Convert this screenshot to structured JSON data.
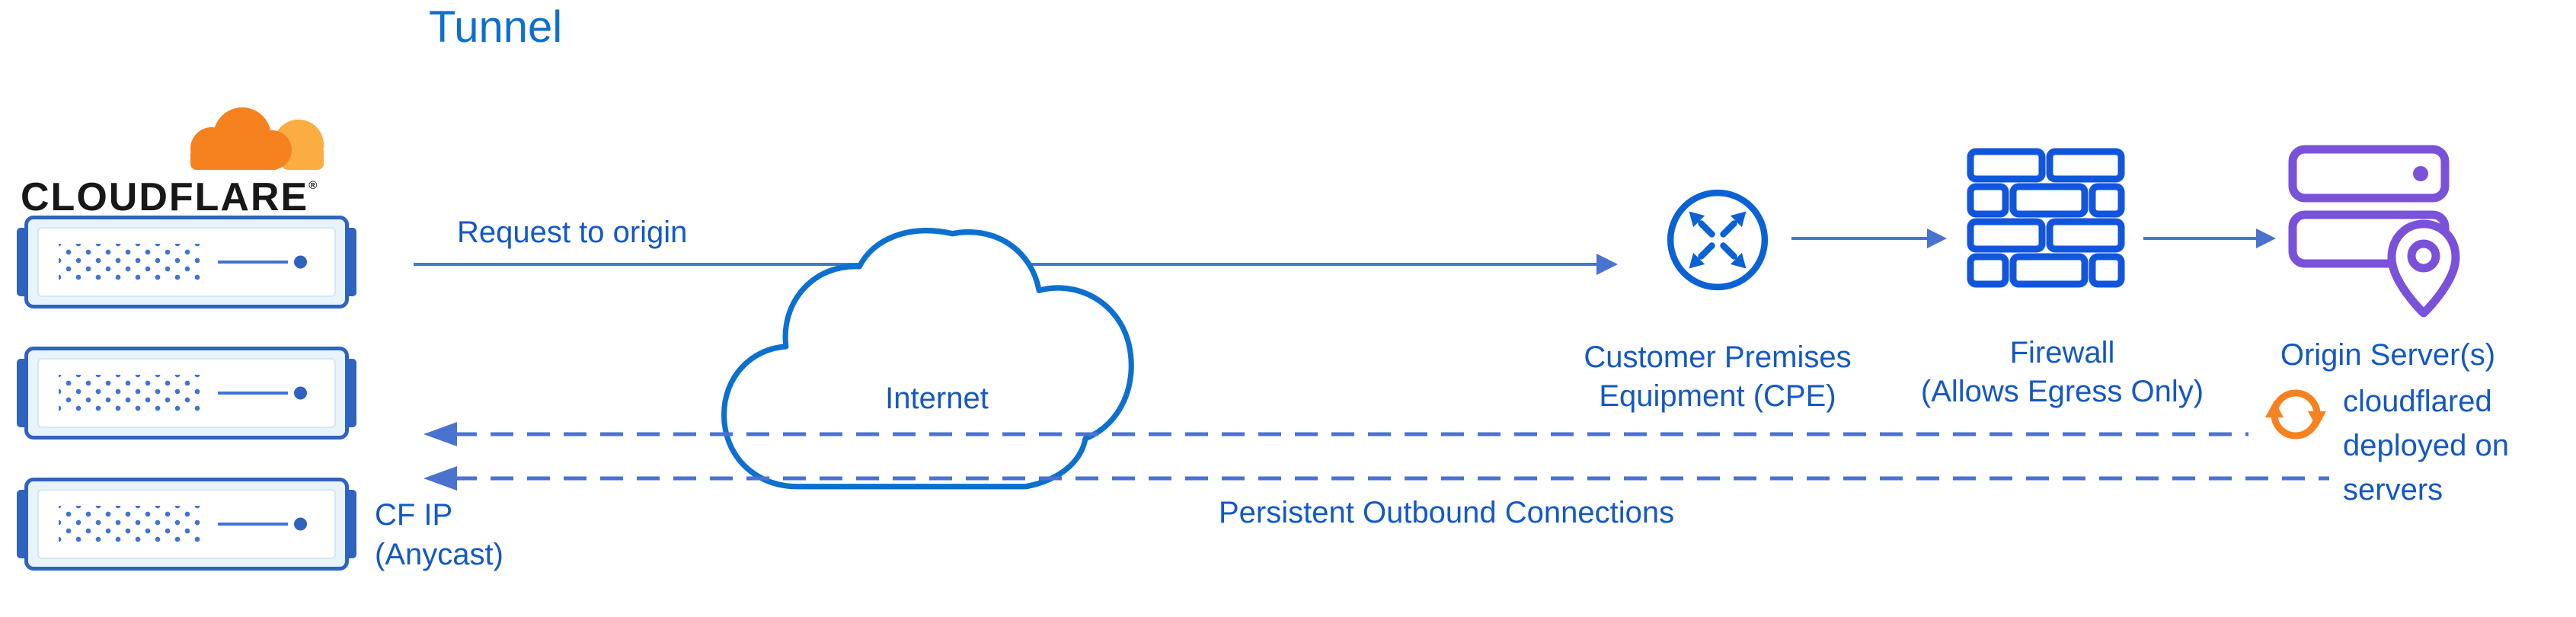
{
  "title": "Tunnel",
  "logo": {
    "brand": "CLOUDFLARE",
    "registered": "®"
  },
  "labels": {
    "request_to_origin": "Request to origin",
    "internet": "Internet",
    "cpe": [
      "Customer Premises",
      "Equipment (CPE)"
    ],
    "firewall": [
      "Firewall",
      "(Allows Egress Only)"
    ],
    "origin": "Origin Server(s)",
    "cloudflared": [
      "cloudflared",
      "deployed on",
      "servers"
    ],
    "persistent": "Persistent Outbound Connections",
    "cf_ip": [
      "CF IP",
      "(Anycast)"
    ]
  },
  "icons": {
    "cloudflare_logo": "cloudflare-cloud",
    "edge_server": "rack-server",
    "internet": "cloud-outline",
    "cpe": "router-arrows-in-circle",
    "firewall": "brick-wall",
    "origin": "server-stack-with-location-pin",
    "cloudflared": "sync-arrows"
  },
  "colors": {
    "title_blue": "#0c70d0",
    "label_blue": "#1458c5",
    "arrow_blue": "#4a72cf",
    "icon_blue": "#0a62d4",
    "firewall_blue": "#1155dd",
    "server_blue": "#2f63c0",
    "server_dot_blue": "#3f74d4",
    "origin_purple": "#7a52d9",
    "cloudflare_orange": "#f6821f",
    "cloudflare_orange_light": "#fbad41",
    "logo_text": "#181818"
  }
}
